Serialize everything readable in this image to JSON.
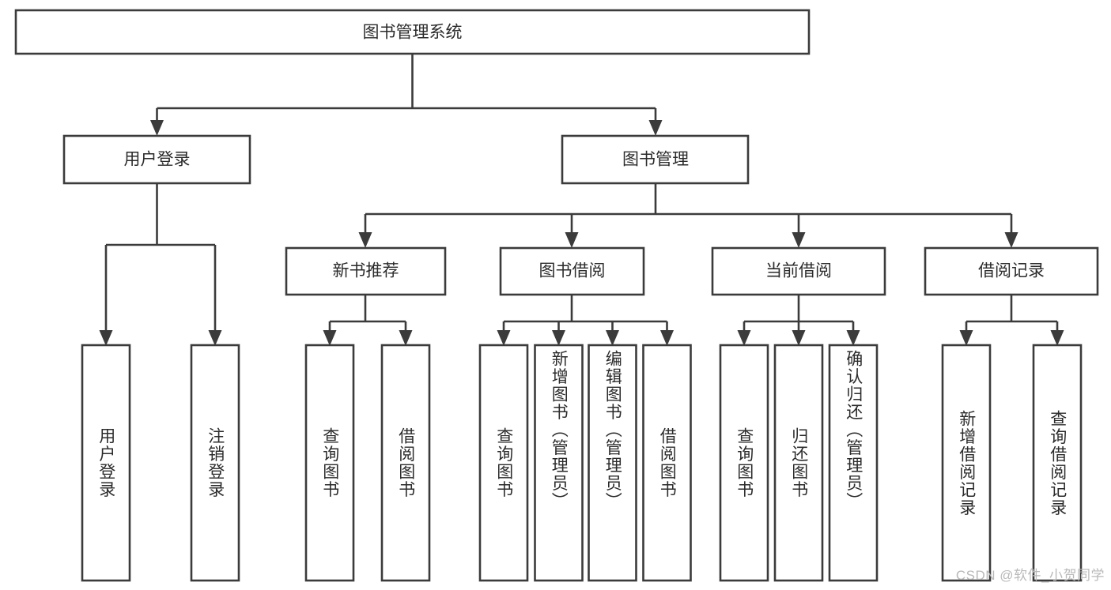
{
  "diagram": {
    "type": "tree-hierarchy",
    "title": "图书管理系统",
    "orientation": "top-down",
    "colors": {
      "box_stroke": "#3b3b3b",
      "box_fill": "#ffffff",
      "connector": "#3b3b3b",
      "text": "#2b2b2b",
      "background": "#ffffff",
      "watermark": "#b9b9b9"
    },
    "nodes": {
      "root": {
        "label": "图书管理系统",
        "level": 0
      },
      "level1": [
        {
          "id": "user-login",
          "label": "用户登录"
        },
        {
          "id": "book-manage",
          "label": "图书管理"
        }
      ],
      "level2": [
        {
          "id": "new-book-rec",
          "label": "新书推荐",
          "parent": "book-manage"
        },
        {
          "id": "book-borrow",
          "label": "图书借阅",
          "parent": "book-manage"
        },
        {
          "id": "current-borrow",
          "label": "当前借阅",
          "parent": "book-manage"
        },
        {
          "id": "borrow-record",
          "label": "借阅记录",
          "parent": "book-manage"
        }
      ],
      "leaves": [
        {
          "id": "leaf-user-login",
          "label": "用户登录",
          "parent": "user-login"
        },
        {
          "id": "leaf-logout",
          "label": "注销登录",
          "parent": "user-login"
        },
        {
          "id": "leaf-query-book-1",
          "label": "查询图书",
          "parent": "new-book-rec"
        },
        {
          "id": "leaf-borrow-book-1",
          "label": "借阅图书",
          "parent": "new-book-rec"
        },
        {
          "id": "leaf-query-book-2",
          "label": "查询图书",
          "parent": "book-borrow"
        },
        {
          "id": "leaf-add-book",
          "label": "新增图书（管理员）",
          "parent": "book-borrow"
        },
        {
          "id": "leaf-edit-book",
          "label": "编辑图书（管理员）",
          "parent": "book-borrow"
        },
        {
          "id": "leaf-borrow-book-2",
          "label": "借阅图书",
          "parent": "book-borrow"
        },
        {
          "id": "leaf-query-book-3",
          "label": "查询图书",
          "parent": "current-borrow"
        },
        {
          "id": "leaf-return-book",
          "label": "归还图书",
          "parent": "current-borrow"
        },
        {
          "id": "leaf-confirm-return",
          "label": "确认归还（管理员）",
          "parent": "current-borrow"
        },
        {
          "id": "leaf-add-record",
          "label": "新增借阅记录",
          "parent": "borrow-record"
        },
        {
          "id": "leaf-query-record",
          "label": "查询借阅记录",
          "parent": "borrow-record"
        }
      ]
    },
    "watermark": "CSDN @软件_小贺同学"
  }
}
